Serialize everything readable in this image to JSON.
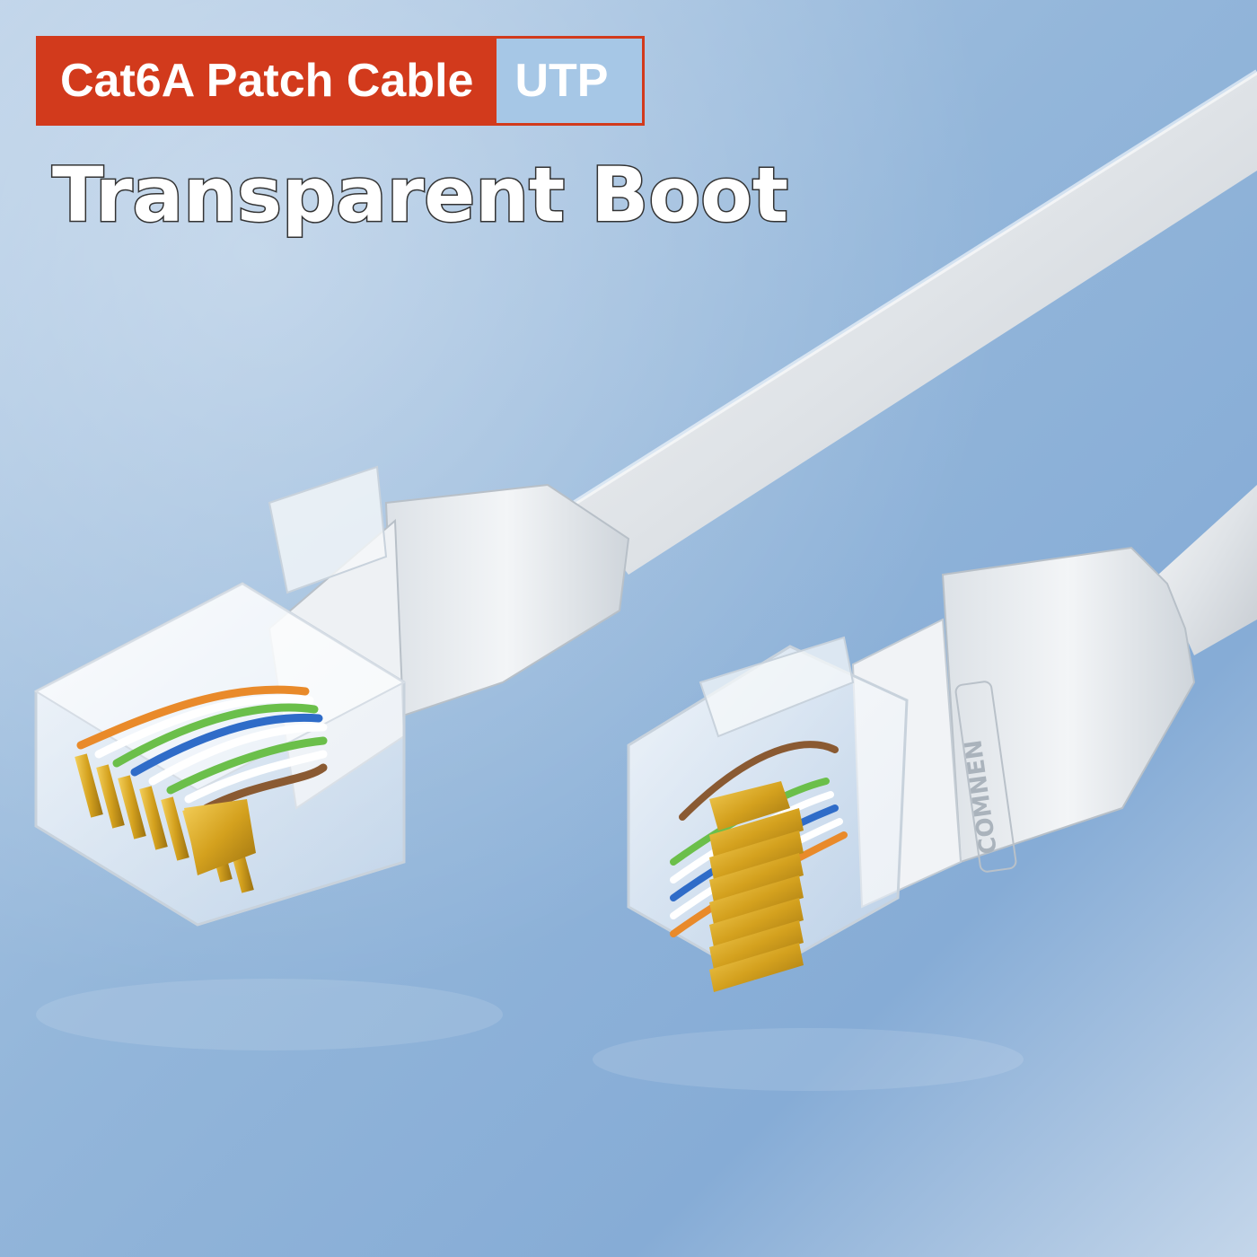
{
  "badge": {
    "label": "Cat6A Patch Cable",
    "tag": "UTP"
  },
  "headline": "Transparent Boot",
  "connector_brand": "COMNEN",
  "colors": {
    "badge_red": "#d23a1c",
    "tag_blue": "#a6c7e6",
    "background_blue": "#8fb3d8",
    "cable_white": "#e9ecef",
    "contact_gold": "#d4a11e"
  }
}
